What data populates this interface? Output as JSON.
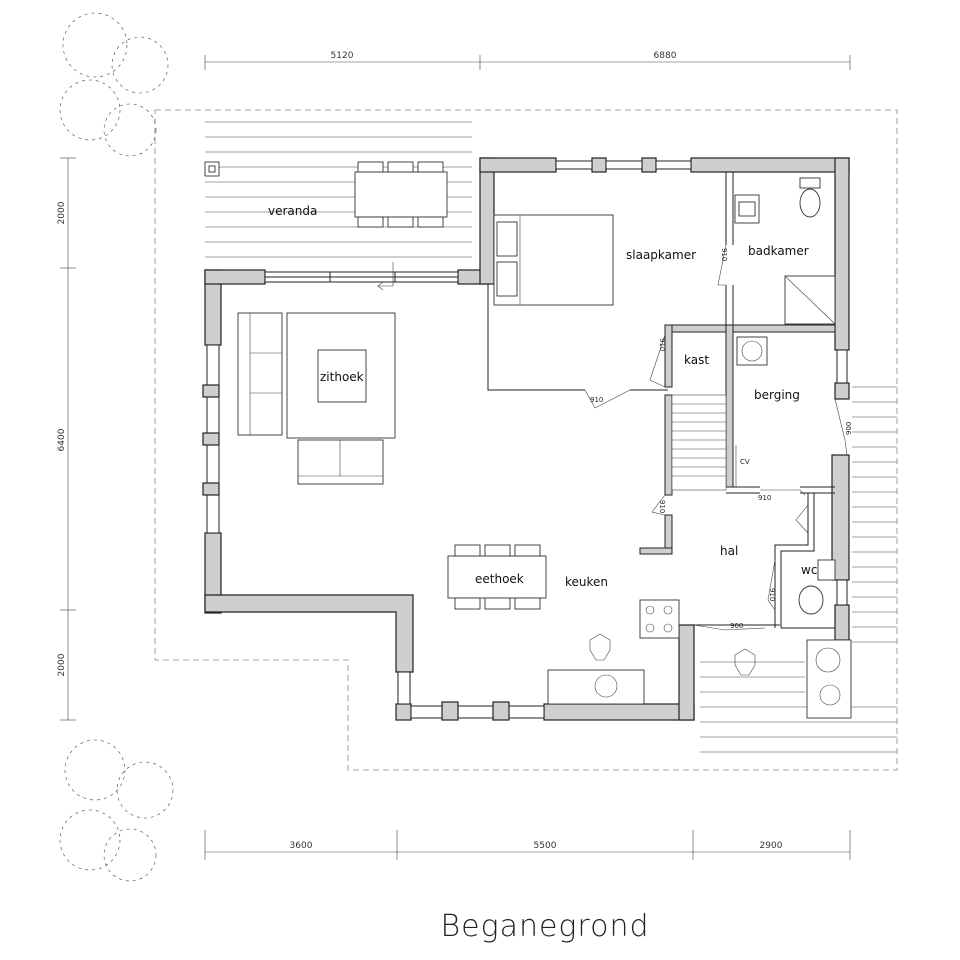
{
  "drawing": {
    "title": "Beganegrond",
    "rooms": {
      "veranda": "veranda",
      "slaapkamer": "slaapkamer",
      "badkamer": "badkamer",
      "zithoek": "zithoek",
      "kast": "kast",
      "berging": "berging",
      "hal": "hal",
      "eethoek": "eethoek",
      "keuken": "keuken",
      "wc": "wc",
      "cv": "CV"
    },
    "dimensions": {
      "top": [
        "5120",
        "6880"
      ],
      "bottom": [
        "3600",
        "5500",
        "2900"
      ],
      "left": [
        "2000",
        "6400",
        "2000"
      ]
    },
    "doors": {
      "d1": "910",
      "d2": "910",
      "d3": "910",
      "d4": "910",
      "d5": "910",
      "d6": "900",
      "d7": "910",
      "d8": "900"
    }
  }
}
